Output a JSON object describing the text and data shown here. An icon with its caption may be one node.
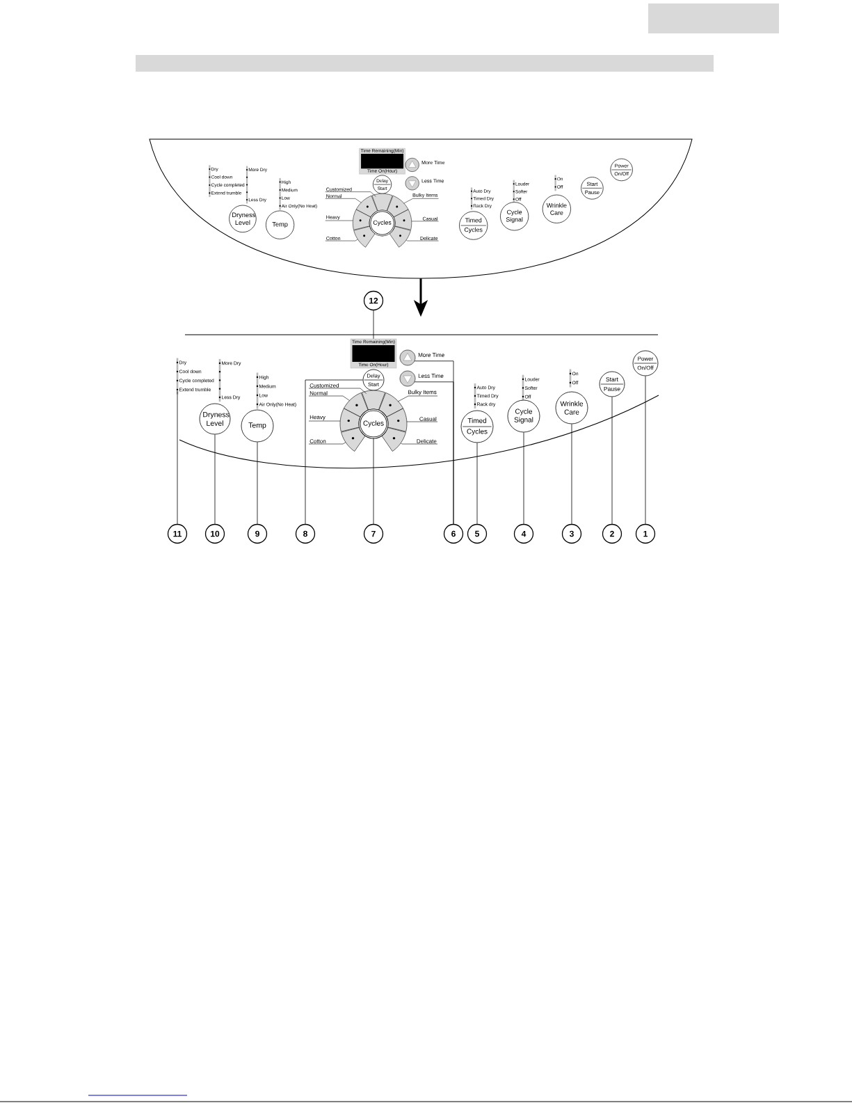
{
  "diagram": {
    "nodes": [
      {
        "text": [],
        "shape": "panel"
      },
      {
        "text": [
          "Dry",
          "Cool down",
          "Cycle completed",
          "Extend trumble"
        ],
        "in": 0
      },
      {
        "text": [
          "More Dry",
          "Less Dry"
        ],
        "in": 0
      },
      {
        "text": [
          "Dryness Level"
        ],
        "in": 0
      },
      {
        "text": [
          "High",
          "Medium",
          "Low",
          "Air Only(No Heat)"
        ],
        "in": 0
      },
      {
        "text": [
          "Temp"
        ],
        "in": 0
      },
      {
        "text": [
          "Time Remaining(Min)",
          "Time On(Hour)"
        ],
        "in": 0
      },
      {
        "text": [],
        "shape": "circle",
        "beside": [
          "More Time"
        ],
        "in": 0
      },
      {
        "text": [
          "Delay",
          "Start"
        ],
        "in": 0
      },
      {
        "text": [],
        "shape": "circle",
        "beside": [
          "Less Time"
        ],
        "in": 0
      },
      {
        "text": [
          "Customized"
        ],
        "in": 0
      },
      {
        "text": [
          "Normal"
        ],
        "in": 0
      },
      {
        "text": [
          "Bulky Items"
        ],
        "in": 0
      },
      {
        "text": [
          "Heavy"
        ],
        "in": 0
      },
      {
        "text": [
          "Casual"
        ],
        "in": 0
      },
      {
        "text": [
          "Cotton"
        ],
        "in": 0
      },
      {
        "text": [
          "Delicate"
        ],
        "in": 0
      },
      {
        "text": [],
        "shape": "segment",
        "in": 0
      },
      {
        "text": [],
        "shape": "segment",
        "in": 0
      },
      {
        "text": [],
        "shape": "segment",
        "in": 0
      },
      {
        "text": [],
        "shape": "segment",
        "in": 0
      },
      {
        "text": [],
        "shape": "segment",
        "in": 0
      },
      {
        "text": [],
        "shape": "segment",
        "in": 0
      },
      {
        "text": [],
        "shape": "segment",
        "in": 0
      },
      {
        "text": [
          "Cycles"
        ],
        "in": 0
      },
      {
        "text": [
          "Auto Dry",
          "Timed Dry",
          "Rack Dry"
        ],
        "in": 0
      },
      {
        "text": [
          "Timed",
          "Cycles"
        ],
        "in": 0
      },
      {
        "text": [
          "Louder",
          "Softer",
          "Off"
        ],
        "in": 0
      },
      {
        "text": [
          "Cycle Signal"
        ],
        "in": 0
      },
      {
        "text": [
          "On",
          "Off"
        ],
        "in": 0
      },
      {
        "text": [
          "Wrinkle Care"
        ],
        "in": 0
      },
      {
        "text": [
          "Start",
          "Pause"
        ],
        "in": 0
      },
      {
        "text": [
          "Power",
          "On/Off"
        ],
        "in": 0
      },
      {
        "text": [
          "Dry",
          "Cool down",
          "Cycle completed",
          "Extend trumble"
        ]
      },
      {
        "text": [
          "More Dry",
          "Less Dry"
        ]
      },
      {
        "text": [
          "Dryness Level"
        ]
      },
      {
        "text": [
          "High",
          "Medium",
          "Low",
          "Air Only(No Heat)"
        ]
      },
      {
        "text": [
          "Temp"
        ]
      },
      {
        "text": [
          "Time Remaining(Min)",
          "Time On(Hour)"
        ]
      },
      {
        "text": [],
        "shape": "circle",
        "beside": [
          "More Time"
        ]
      },
      {
        "text": [
          "Delay",
          "Start"
        ]
      },
      {
        "text": [],
        "shape": "circle",
        "beside": [
          "Less Time"
        ]
      },
      {
        "text": [
          "Customized"
        ]
      },
      {
        "text": [
          "Normal"
        ]
      },
      {
        "text": [
          "Bulky Items"
        ]
      },
      {
        "text": [
          "Heavy"
        ]
      },
      {
        "text": [
          "Casual"
        ]
      },
      {
        "text": [
          "Cotton"
        ]
      },
      {
        "text": [
          "Delicate"
        ]
      },
      {
        "text": [],
        "shape": "segment"
      },
      {
        "text": [],
        "shape": "segment"
      },
      {
        "text": [],
        "shape": "segment"
      },
      {
        "text": [],
        "shape": "segment"
      },
      {
        "text": [],
        "shape": "segment"
      },
      {
        "text": [],
        "shape": "segment"
      },
      {
        "text": [],
        "shape": "segment"
      },
      {
        "text": [
          "Cycles"
        ]
      },
      {
        "text": [
          "Auto Dry",
          "Timed Dry",
          "Rack dry"
        ]
      },
      {
        "text": [
          "Timed",
          "Cycles"
        ]
      },
      {
        "text": [
          "Louder",
          "Softer",
          "Off"
        ]
      },
      {
        "text": [
          "Cycle Signal"
        ]
      },
      {
        "text": [
          "On",
          "Off"
        ]
      },
      {
        "text": [
          "Wrinkle Care"
        ]
      },
      {
        "text": [
          "Start",
          "Pause"
        ]
      },
      {
        "text": [
          "Power",
          "On/Off"
        ]
      },
      {
        "text": [
          "12"
        ]
      },
      {
        "text": [
          "11"
        ]
      },
      {
        "text": [
          "10"
        ]
      },
      {
        "text": [
          "9"
        ]
      },
      {
        "text": [
          "8"
        ]
      },
      {
        "text": [
          "7"
        ]
      },
      {
        "text": [
          "6"
        ]
      },
      {
        "text": [
          "5"
        ]
      },
      {
        "text": [
          "4"
        ]
      },
      {
        "text": [
          "3"
        ]
      },
      {
        "text": [
          "2"
        ]
      },
      {
        "text": [
          "1"
        ]
      },
      {
        "text": [],
        "shape": "box"
      },
      {
        "text": [],
        "shape": "bar"
      }
    ],
    "edges": [
      {
        "from": 0,
        "to": null,
        "arrow": "to",
        "style": "thick"
      },
      {
        "from": 10,
        "to": 17,
        "arrow": "none"
      },
      {
        "from": 11,
        "to": 18,
        "arrow": "none"
      },
      {
        "from": 12,
        "to": 19,
        "arrow": "none"
      },
      {
        "from": 13,
        "to": 20,
        "arrow": "none"
      },
      {
        "from": 14,
        "to": 21,
        "arrow": "none"
      },
      {
        "from": 15,
        "to": 22,
        "arrow": "none"
      },
      {
        "from": 16,
        "to": 23,
        "arrow": "none"
      },
      {
        "from": 42,
        "to": 49,
        "arrow": "none"
      },
      {
        "from": 43,
        "to": 50,
        "arrow": "none"
      },
      {
        "from": 44,
        "to": 51,
        "arrow": "none"
      },
      {
        "from": 45,
        "to": 52,
        "arrow": "none"
      },
      {
        "from": 46,
        "to": 53,
        "arrow": "none"
      },
      {
        "from": 47,
        "to": 54,
        "arrow": "none"
      },
      {
        "from": 48,
        "to": 55,
        "arrow": "none"
      },
      {
        "from": 65,
        "to": 38,
        "arrow": "none"
      },
      {
        "from": 66,
        "to": 33,
        "arrow": "none"
      },
      {
        "from": 67,
        "to": 35,
        "arrow": "none"
      },
      {
        "from": 68,
        "to": 37,
        "arrow": "none"
      },
      {
        "from": 69,
        "to": 40,
        "arrow": "none"
      },
      {
        "from": 70,
        "to": 56,
        "arrow": "none"
      },
      {
        "from": 71,
        "to": 39,
        "arrow": "none"
      },
      {
        "from": 71,
        "to": 41,
        "arrow": "none"
      },
      {
        "from": 72,
        "to": 58,
        "arrow": "none"
      },
      {
        "from": 73,
        "to": 60,
        "arrow": "none"
      },
      {
        "from": 74,
        "to": 62,
        "arrow": "none"
      },
      {
        "from": 75,
        "to": 63,
        "arrow": "none"
      },
      {
        "from": 76,
        "to": 64,
        "arrow": "none"
      }
    ]
  }
}
